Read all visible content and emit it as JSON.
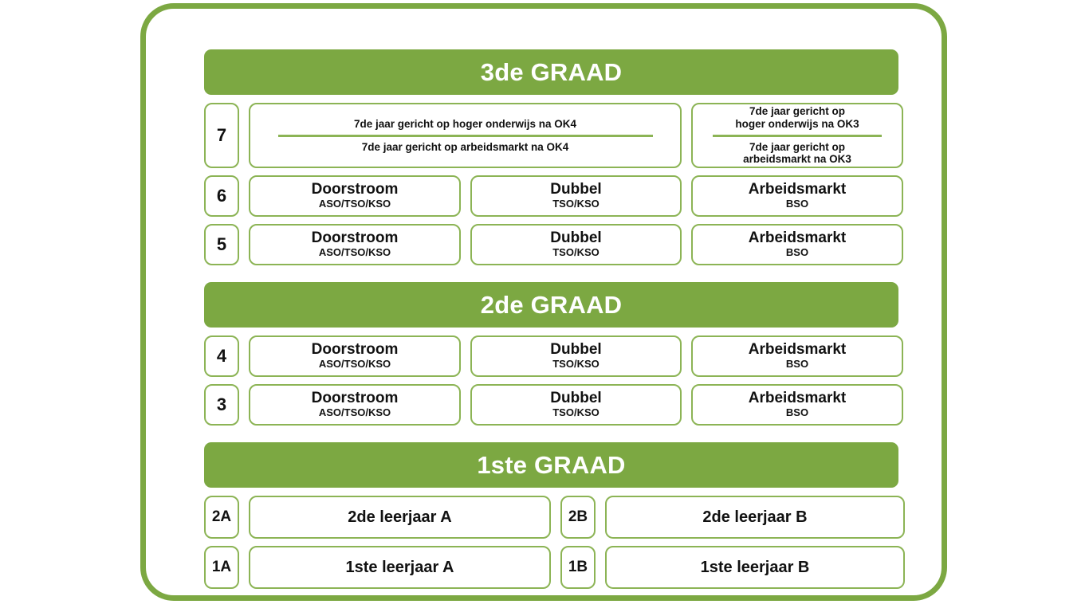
{
  "diagram": {
    "title_bars": {
      "graad3": "3de GRAAD",
      "graad2": "2de GRAAD",
      "graad1": "1ste GRAAD"
    },
    "colors": {
      "banner_green": "#7CA842",
      "border_green": "#8CB455",
      "frame_green": "#7CA842",
      "text_black": "#111111",
      "background": "#FFFFFF"
    },
    "graad3": {
      "year7": {
        "year_label": "7",
        "wide_box": {
          "line_top": "7de jaar gericht op hoger onderwijs na OK4",
          "line_bottom": "7de jaar gericht op arbeidsmarkt na OK4"
        },
        "narrow_box": {
          "line_top_a": "7de jaar gericht op",
          "line_top_b": "hoger onderwijs na OK3",
          "line_bottom_a": "7de jaar gericht op",
          "line_bottom_b": "arbeidsmarkt na OK3"
        }
      },
      "year6": {
        "year_label": "6",
        "cells": [
          {
            "title": "Doorstroom",
            "sub": "ASO/TSO/KSO"
          },
          {
            "title": "Dubbel",
            "sub": "TSO/KSO"
          },
          {
            "title": "Arbeidsmarkt",
            "sub": "BSO"
          }
        ]
      },
      "year5": {
        "year_label": "5",
        "cells": [
          {
            "title": "Doorstroom",
            "sub": "ASO/TSO/KSO"
          },
          {
            "title": "Dubbel",
            "sub": "TSO/KSO"
          },
          {
            "title": "Arbeidsmarkt",
            "sub": "BSO"
          }
        ]
      }
    },
    "graad2": {
      "year4": {
        "year_label": "4",
        "cells": [
          {
            "title": "Doorstroom",
            "sub": "ASO/TSO/KSO"
          },
          {
            "title": "Dubbel",
            "sub": "TSO/KSO"
          },
          {
            "title": "Arbeidsmarkt",
            "sub": "BSO"
          }
        ]
      },
      "year3": {
        "year_label": "3",
        "cells": [
          {
            "title": "Doorstroom",
            "sub": "ASO/TSO/KSO"
          },
          {
            "title": "Dubbel",
            "sub": "TSO/KSO"
          },
          {
            "title": "Arbeidsmarkt",
            "sub": "BSO"
          }
        ]
      }
    },
    "graad1": {
      "row2": {
        "chip_a": "2A",
        "label_a": "2de leerjaar A",
        "chip_b": "2B",
        "label_b": "2de leerjaar B"
      },
      "row1": {
        "chip_a": "1A",
        "label_a": "1ste leerjaar A",
        "chip_b": "1B",
        "label_b": "1ste leerjaar B"
      }
    }
  }
}
